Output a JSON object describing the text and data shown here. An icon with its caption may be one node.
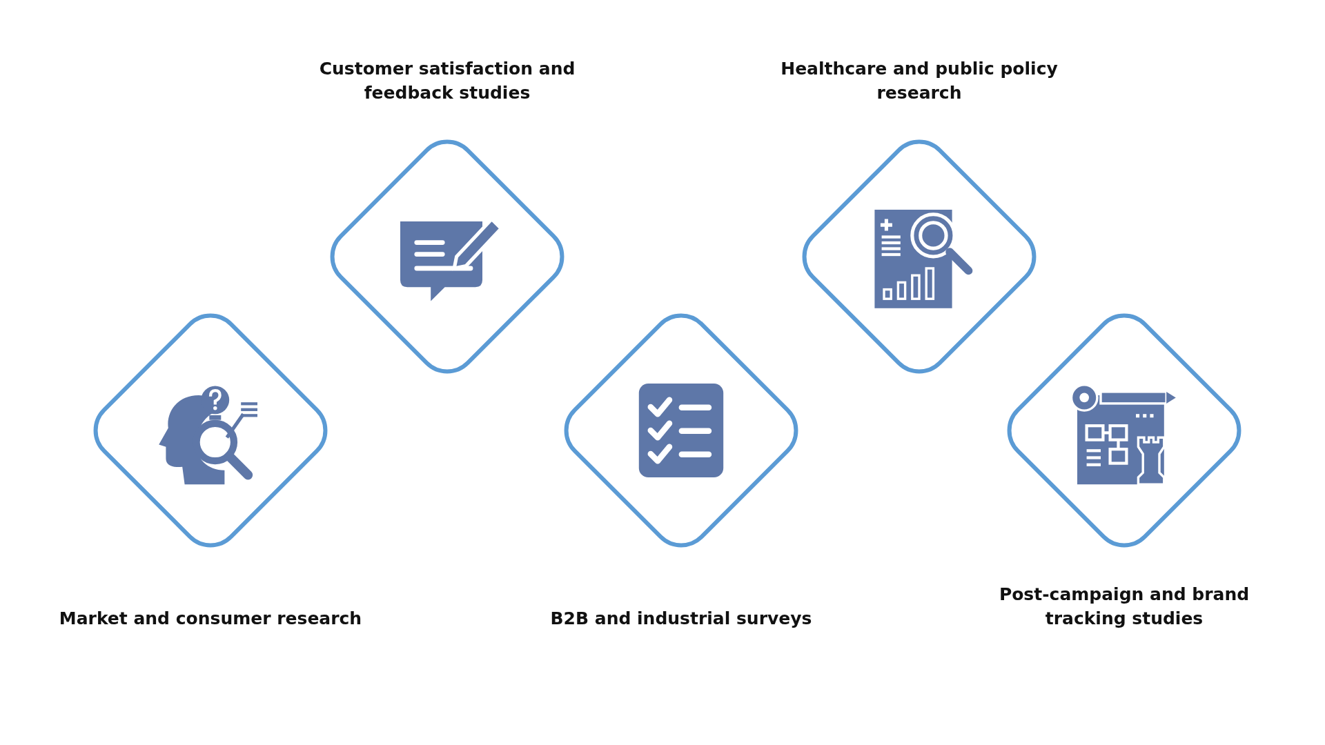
{
  "diagram": {
    "nodes": [
      {
        "text": [
          "Market and consumer research"
        ]
      },
      {
        "text": [
          "Customer satisfaction and feedback studies"
        ]
      },
      {
        "text": [
          "B2B and industrial surveys"
        ]
      },
      {
        "text": [
          "Healthcare and public policy research"
        ]
      },
      {
        "text": [
          "Post-campaign and brand tracking studies"
        ]
      }
    ]
  }
}
